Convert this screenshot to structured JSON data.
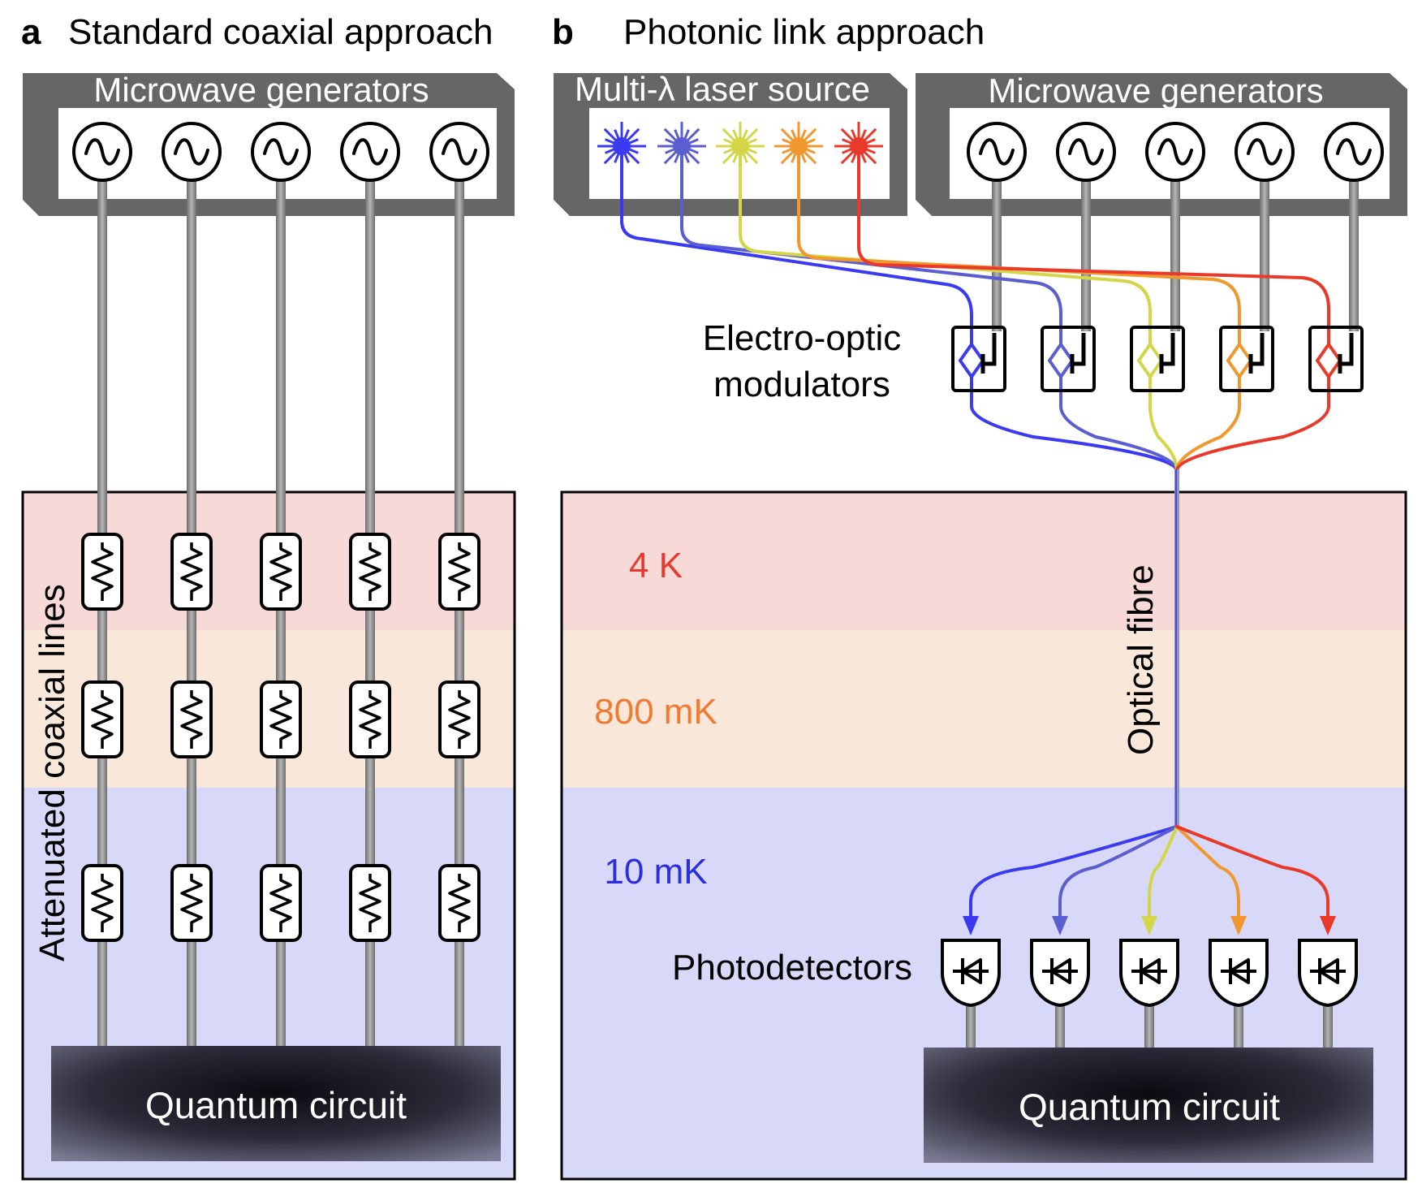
{
  "panel_a": {
    "letter": "a",
    "title": "Standard coaxial approach",
    "generators_label": "Microwave generators",
    "attenuated_label": "Attenuated coaxial lines",
    "quantum_circuit_label": "Quantum circuit",
    "line_count": 5,
    "generator_symbol": "sine-wave-icon",
    "attenuator_symbol": "resistor-icon"
  },
  "panel_b": {
    "letter": "b",
    "title": "Photonic link approach",
    "laser_label": "Multi-λ laser source",
    "generators_label": "Microwave generators",
    "modulators_label_line1": "Electro-optic",
    "modulators_label_line2": "modulators",
    "fibre_label": "Optical fibre",
    "photodetectors_label": "Photodetectors",
    "quantum_circuit_label": "Quantum circuit",
    "laser_symbol": "starburst-icon",
    "modulator_symbol": "modulator-icon",
    "detector_symbol": "photodiode-icon"
  },
  "temperature_zones": [
    {
      "label": "4 K",
      "color": "#e53b2c",
      "band_color": "#f7d9d8"
    },
    {
      "label": "800 mK",
      "color": "#ef7a30",
      "band_color": "#f9e7d9"
    },
    {
      "label": "10 mK",
      "color": "#2a2ee0",
      "band_color": "#d8d9f8"
    }
  ],
  "wavelength_colors": [
    "#3a3af0",
    "#5a5ed0",
    "#d4d648",
    "#f0982e",
    "#e8392a"
  ],
  "colors": {
    "box_grey": "#666666",
    "coax_grey": "#8a8a8a",
    "circuit_dark": "#1f1f2a"
  }
}
